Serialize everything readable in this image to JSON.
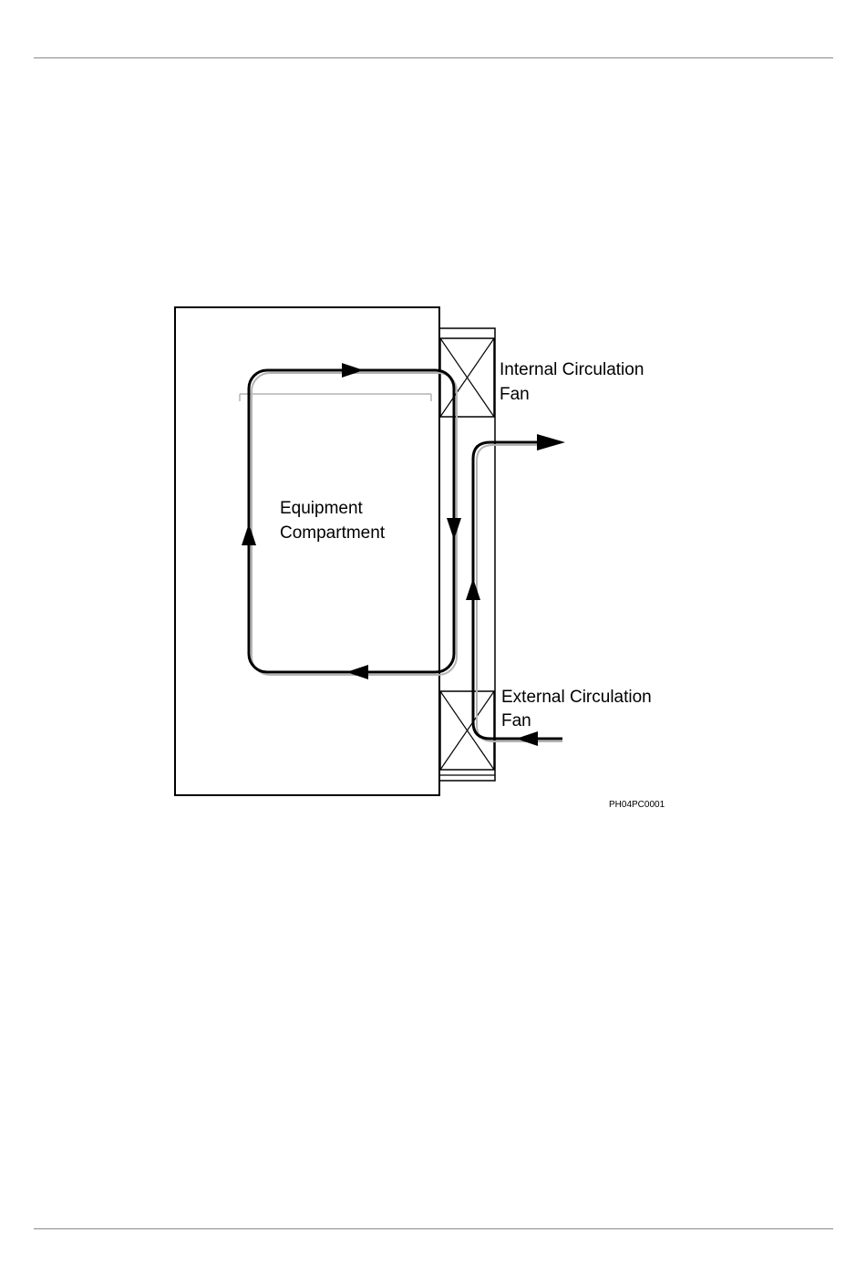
{
  "diagram": {
    "labels": {
      "internal_fan_line1": "Internal Circulation",
      "internal_fan_line2": "Fan",
      "external_fan_line1": "External Circulation",
      "external_fan_line2": "Fan",
      "compartment_line1": "Equipment",
      "compartment_line2": "Compartment",
      "figure_code": "PH04PC0001"
    },
    "colors": {
      "line": "#000000",
      "shadow": "#b4b4b4",
      "rule": "#8a8a8a"
    }
  }
}
